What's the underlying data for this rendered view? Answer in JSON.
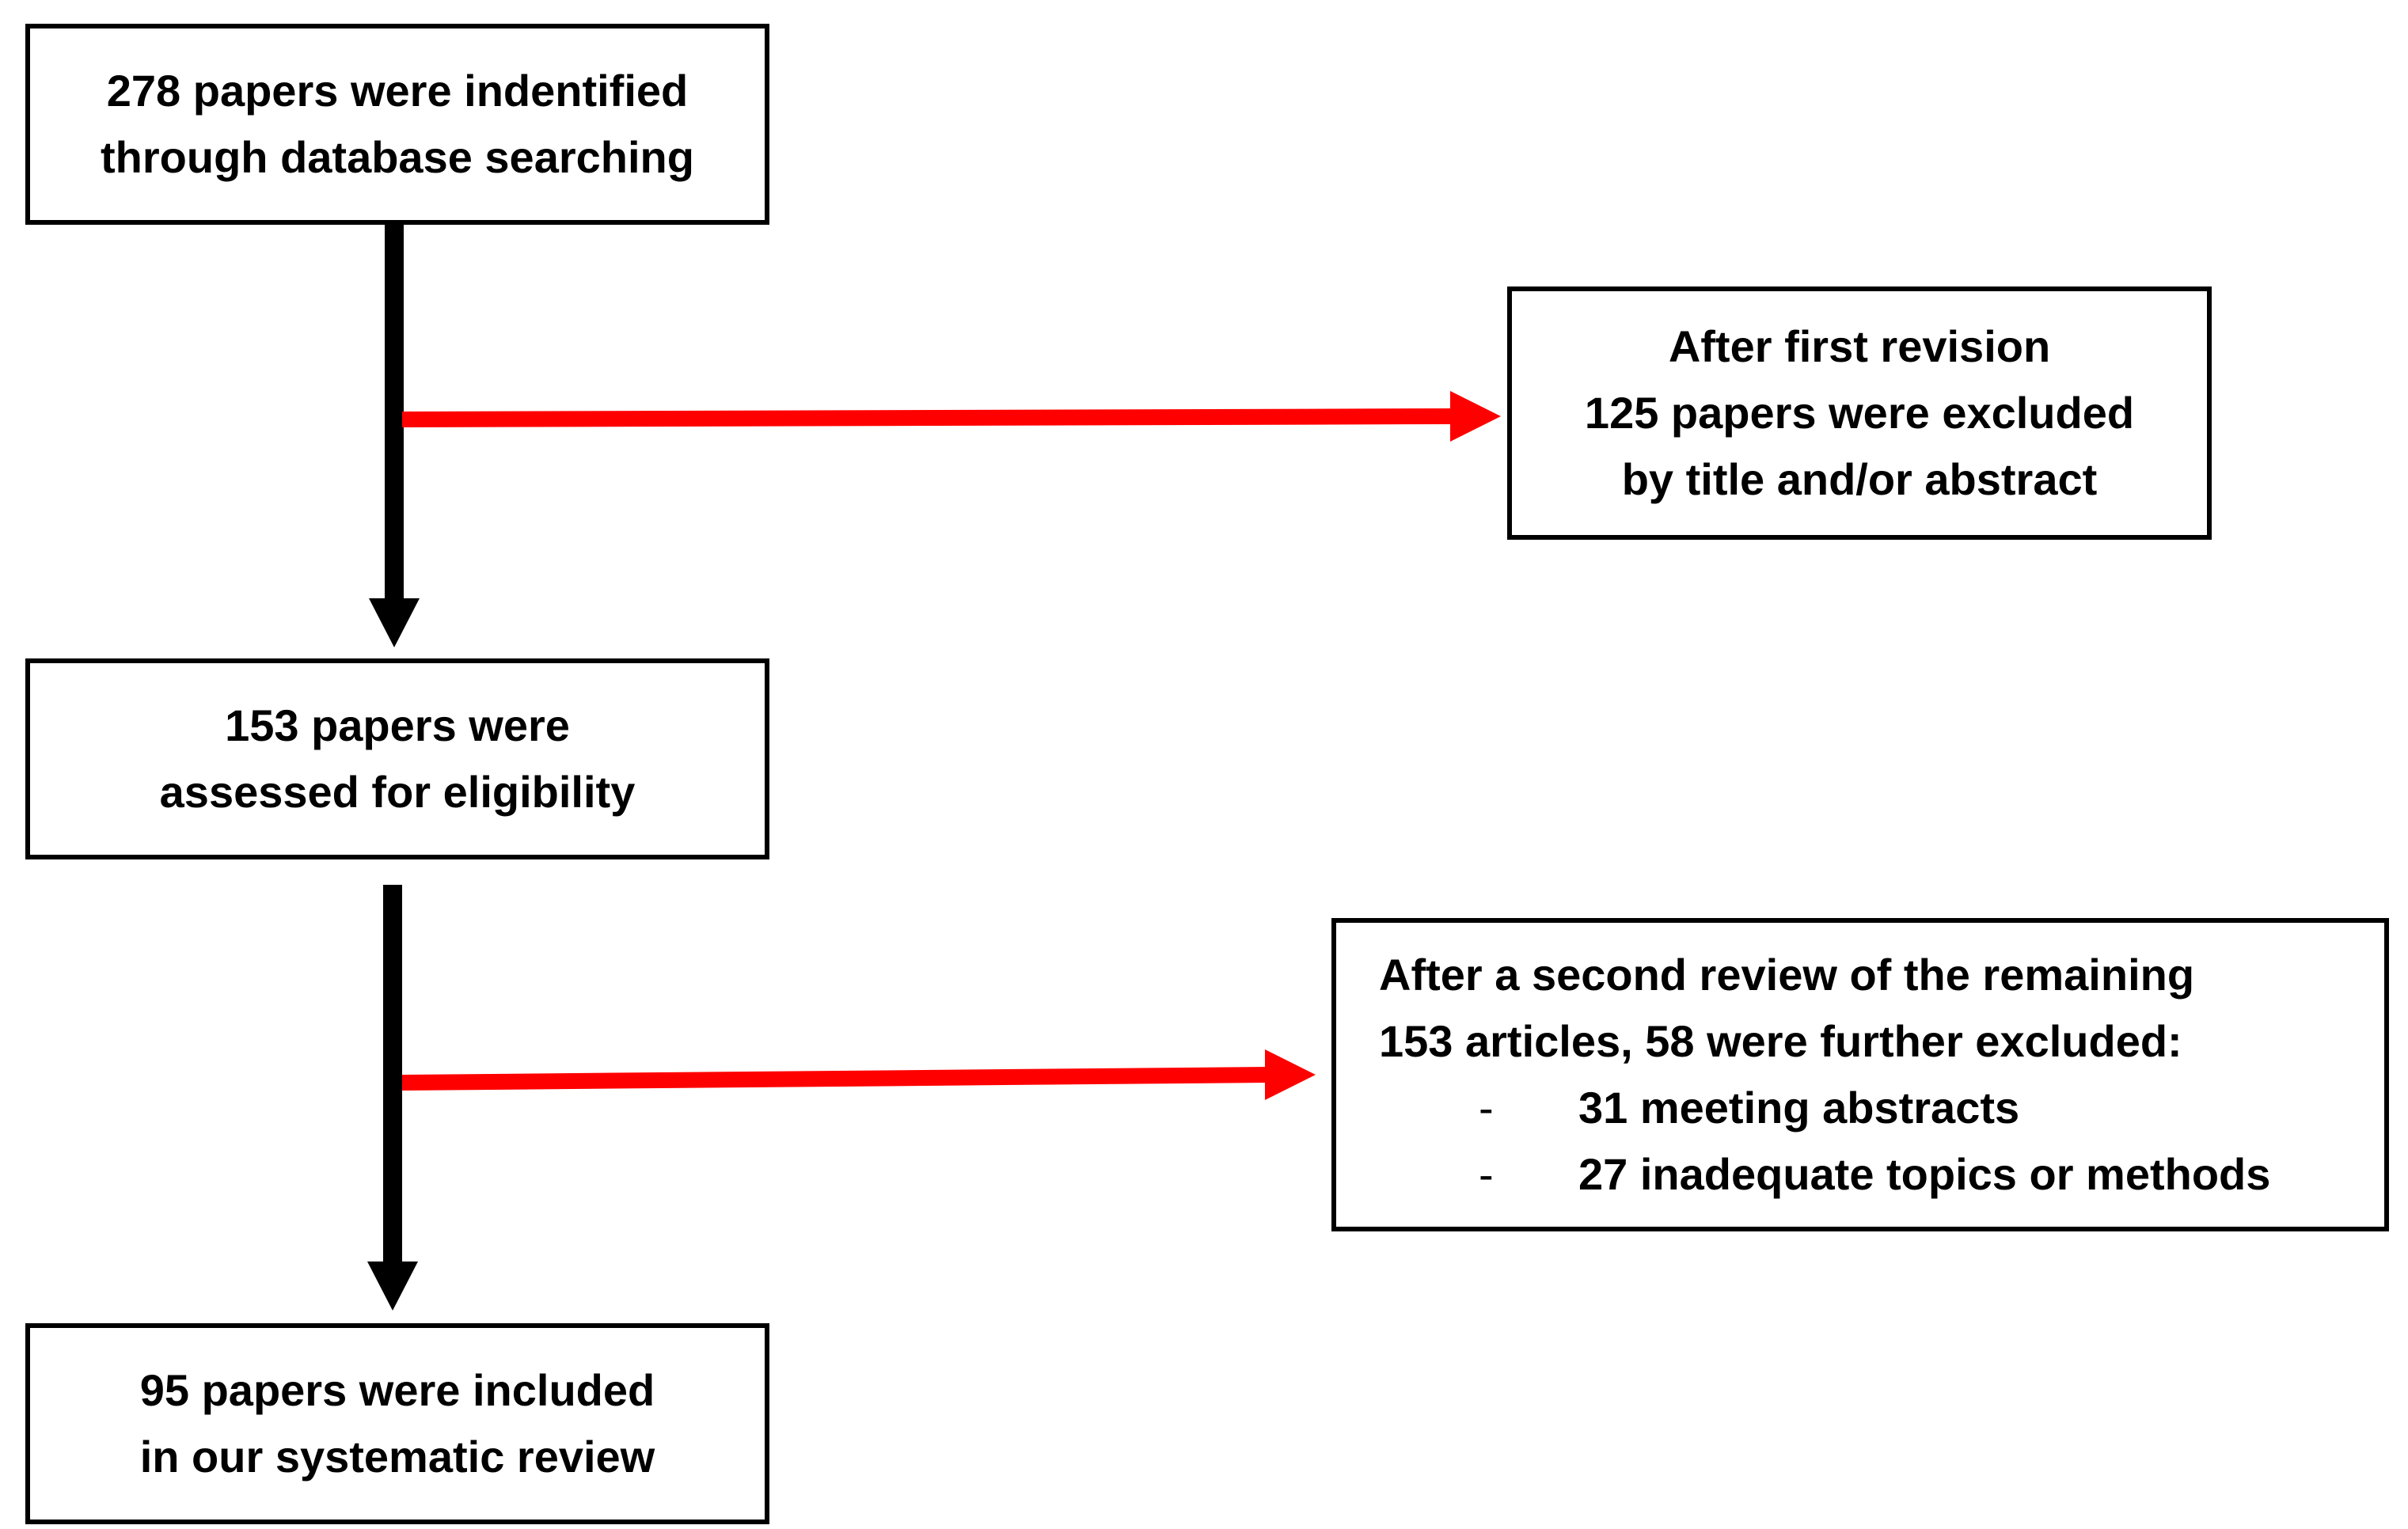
{
  "boxes": {
    "identified": {
      "lines": [
        "278 papers were indentified",
        "through database searching"
      ]
    },
    "first_exclusion": {
      "lines": [
        "After first revision",
        "125 papers were excluded",
        "by title and/or abstract"
      ]
    },
    "assessed": {
      "lines": [
        "153 papers were",
        "assessed for eligibility"
      ]
    },
    "second_exclusion": {
      "lines": [
        "After a second review of the remaining",
        "153 articles, 58 were further excluded:"
      ],
      "bullets": [
        {
          "marker": "-",
          "text": "31 meeting abstracts"
        },
        {
          "marker": "-",
          "text": "27 inadequate topics or methods"
        }
      ]
    },
    "included": {
      "lines": [
        "95 papers were included",
        "in our systematic review"
      ]
    }
  },
  "colors": {
    "main_flow_arrow": "#000000",
    "exclusion_arrow": "#ff0000",
    "box_border": "#000000"
  }
}
